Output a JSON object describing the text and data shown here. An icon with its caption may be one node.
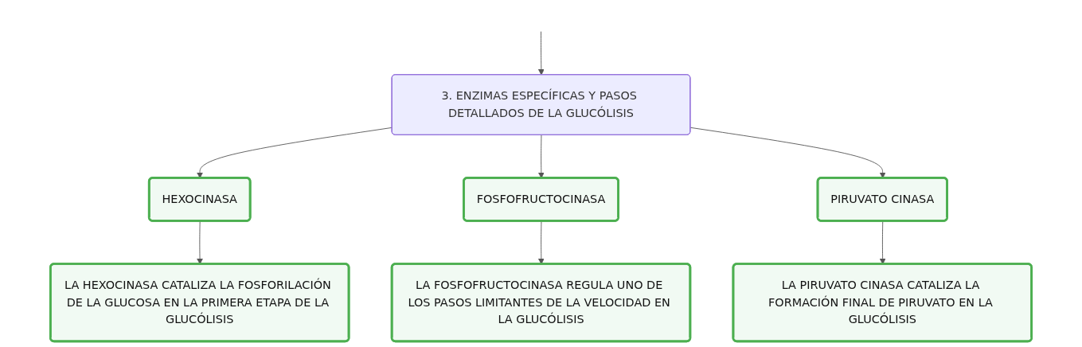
{
  "diagram": {
    "nodes": [
      {
        "text": [
          "3. ENZIMAS ESPECÍFICAS Y PASOS DETALLADOS DE LA GLUCÓLISIS"
        ]
      },
      {
        "text": [
          "HEXOCINASA"
        ]
      },
      {
        "text": [
          "FOSFOFRUCTOCINASA"
        ]
      },
      {
        "text": [
          "PIRUVATO CINASA"
        ]
      },
      {
        "text": [
          "LA HEXOCINASA CATALIZA LA FOSFORILACIÓN DE LA GLUCOSA EN LA PRIMERA ETAPA DE LA GLUCÓLISIS"
        ]
      },
      {
        "text": [
          "LA FOSFOFRUCTOCINASA REGULA UNO DE LOS PASOS LIMITANTES DE LA VELOCIDAD EN LA GLUCÓLISIS"
        ]
      },
      {
        "text": [
          "LA PIRUVATO CINASA CATALIZA LA FORMACIÓN FINAL DE PIRUVATO EN LA GLUCÓLISIS"
        ]
      }
    ],
    "edges": [
      {
        "from": null,
        "to": 0,
        "arrow": "to"
      },
      {
        "from": 0,
        "to": 1,
        "arrow": "to"
      },
      {
        "from": 0,
        "to": 2,
        "arrow": "to"
      },
      {
        "from": 0,
        "to": 3,
        "arrow": "to"
      },
      {
        "from": 1,
        "to": 4,
        "arrow": "to"
      },
      {
        "from": 2,
        "to": 5,
        "arrow": "to"
      },
      {
        "from": 3,
        "to": 6,
        "arrow": "to"
      }
    ]
  }
}
